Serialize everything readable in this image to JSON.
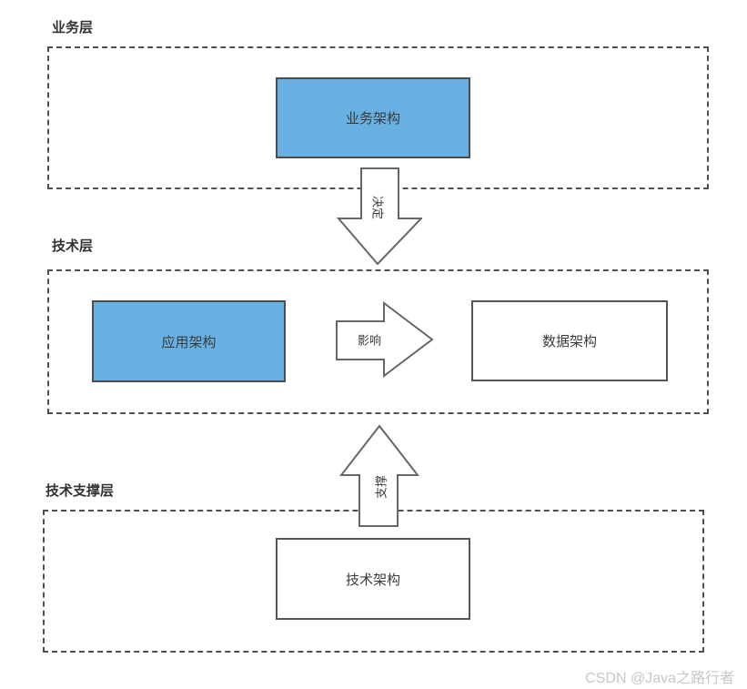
{
  "diagram": {
    "title": "enterprise-architecture-layers",
    "colors": {
      "blue_fill": "#67b1e2",
      "solid_border": "#4d4d4d",
      "dashed_border": "#4f4f4f",
      "arrow_stroke": "#666666",
      "text": "#3b3b3b",
      "watermark": "#c7c7c7",
      "background": "#ffffff"
    },
    "layers": [
      {
        "id": "business-layer",
        "label": "业务层",
        "boxes": [
          {
            "id": "business-architecture",
            "label": "业务架构",
            "style": "blue"
          }
        ]
      },
      {
        "id": "technology-layer",
        "label": "技术层",
        "boxes": [
          {
            "id": "application-architecture",
            "label": "应用架构",
            "style": "blue"
          },
          {
            "id": "data-architecture",
            "label": "数据架构",
            "style": "white"
          }
        ]
      },
      {
        "id": "tech-support-layer",
        "label": "技术支撑层",
        "boxes": [
          {
            "id": "technology-architecture",
            "label": "技术架构",
            "style": "white"
          }
        ]
      }
    ],
    "arrows": [
      {
        "id": "decide",
        "label": "决定",
        "direction": "down",
        "from": "业务架构",
        "to": "技术层"
      },
      {
        "id": "influence",
        "label": "影响",
        "direction": "right",
        "from": "应用架构",
        "to": "数据架构"
      },
      {
        "id": "support",
        "label": "支撑",
        "direction": "up",
        "from": "技术支撑层",
        "to": "技术层"
      }
    ],
    "watermark": "CSDN @Java之路行者"
  }
}
